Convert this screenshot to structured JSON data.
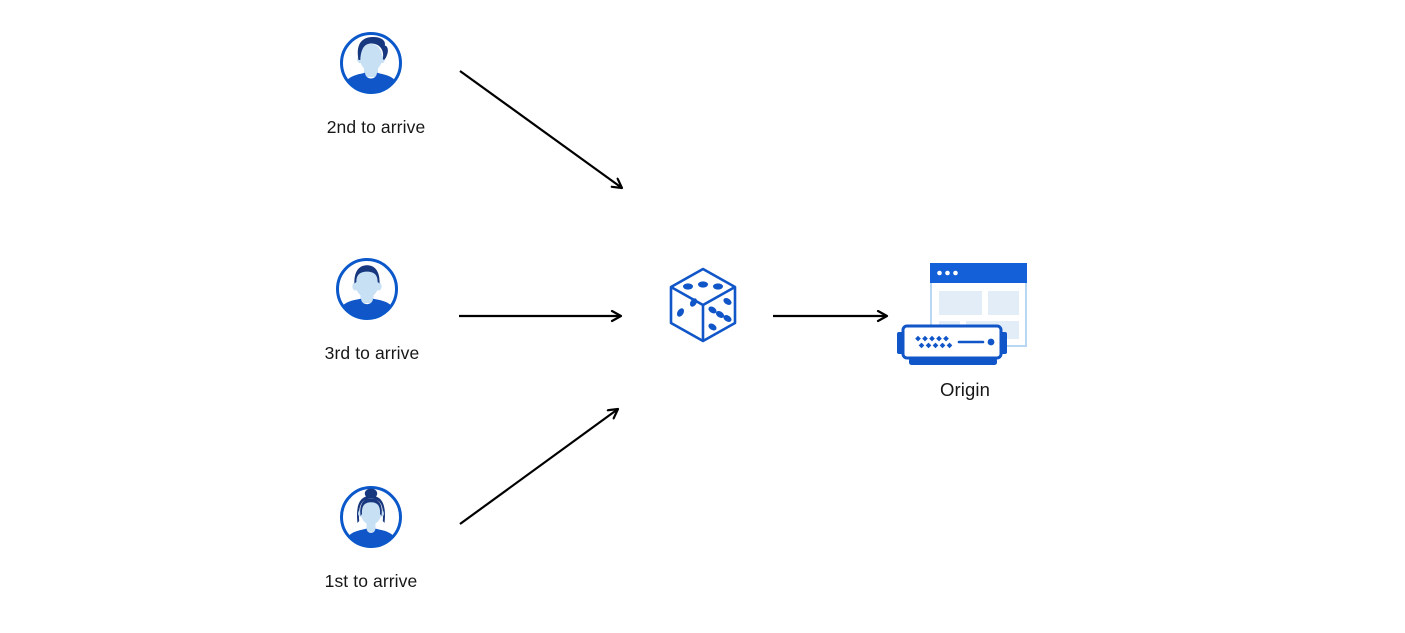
{
  "diagram": {
    "title": "request-randomization-to-origin-diagram",
    "visitors": [
      {
        "id": "visitor-2nd",
        "label": "2nd to arrive",
        "icon": "user-avatar-male-pompadour-icon"
      },
      {
        "id": "visitor-3rd",
        "label": "3rd to arrive",
        "icon": "user-avatar-male-short-hair-icon"
      },
      {
        "id": "visitor-1st",
        "label": "1st to arrive",
        "icon": "user-avatar-female-bun-icon"
      }
    ],
    "randomizer": {
      "id": "dice",
      "icon": "dice-icon",
      "faces_visible": {
        "top_pips": 3,
        "left_pips": 2,
        "right_pips": 5
      }
    },
    "origin": {
      "id": "origin",
      "label": "Origin",
      "icon": "origin-server-browser-icon"
    },
    "arrows": [
      {
        "from": "visitor-2nd",
        "to": "dice",
        "direction": "down-right"
      },
      {
        "from": "visitor-3rd",
        "to": "dice",
        "direction": "right"
      },
      {
        "from": "visitor-1st",
        "to": "dice",
        "direction": "up-right"
      },
      {
        "from": "dice",
        "to": "origin",
        "direction": "right"
      }
    ],
    "colors": {
      "background": "#ffffff",
      "brand_blue": "#1056c8",
      "titlebar_blue": "#1460d8",
      "dark_navy_hair": "#17377e",
      "face_light_blue": "#c7e0f4",
      "pale_panel_blue": "#e2edf8",
      "window_border_blue": "#b9d6f2",
      "arrow_black": "#000000",
      "label_text": "#171717"
    }
  }
}
